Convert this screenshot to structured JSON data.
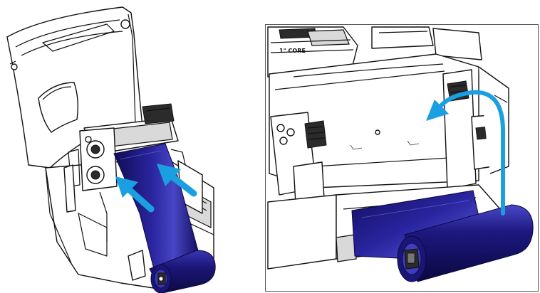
{
  "colors": {
    "ribbon": "#1a1570",
    "ribbon_highlight": "#4a48c4",
    "arrow": "#1aa0e0",
    "outline": "#111111"
  },
  "panels": [
    {
      "id": "left",
      "arrows": 2
    },
    {
      "id": "right",
      "arrows": 1,
      "core_label": "1\" CORE"
    }
  ]
}
